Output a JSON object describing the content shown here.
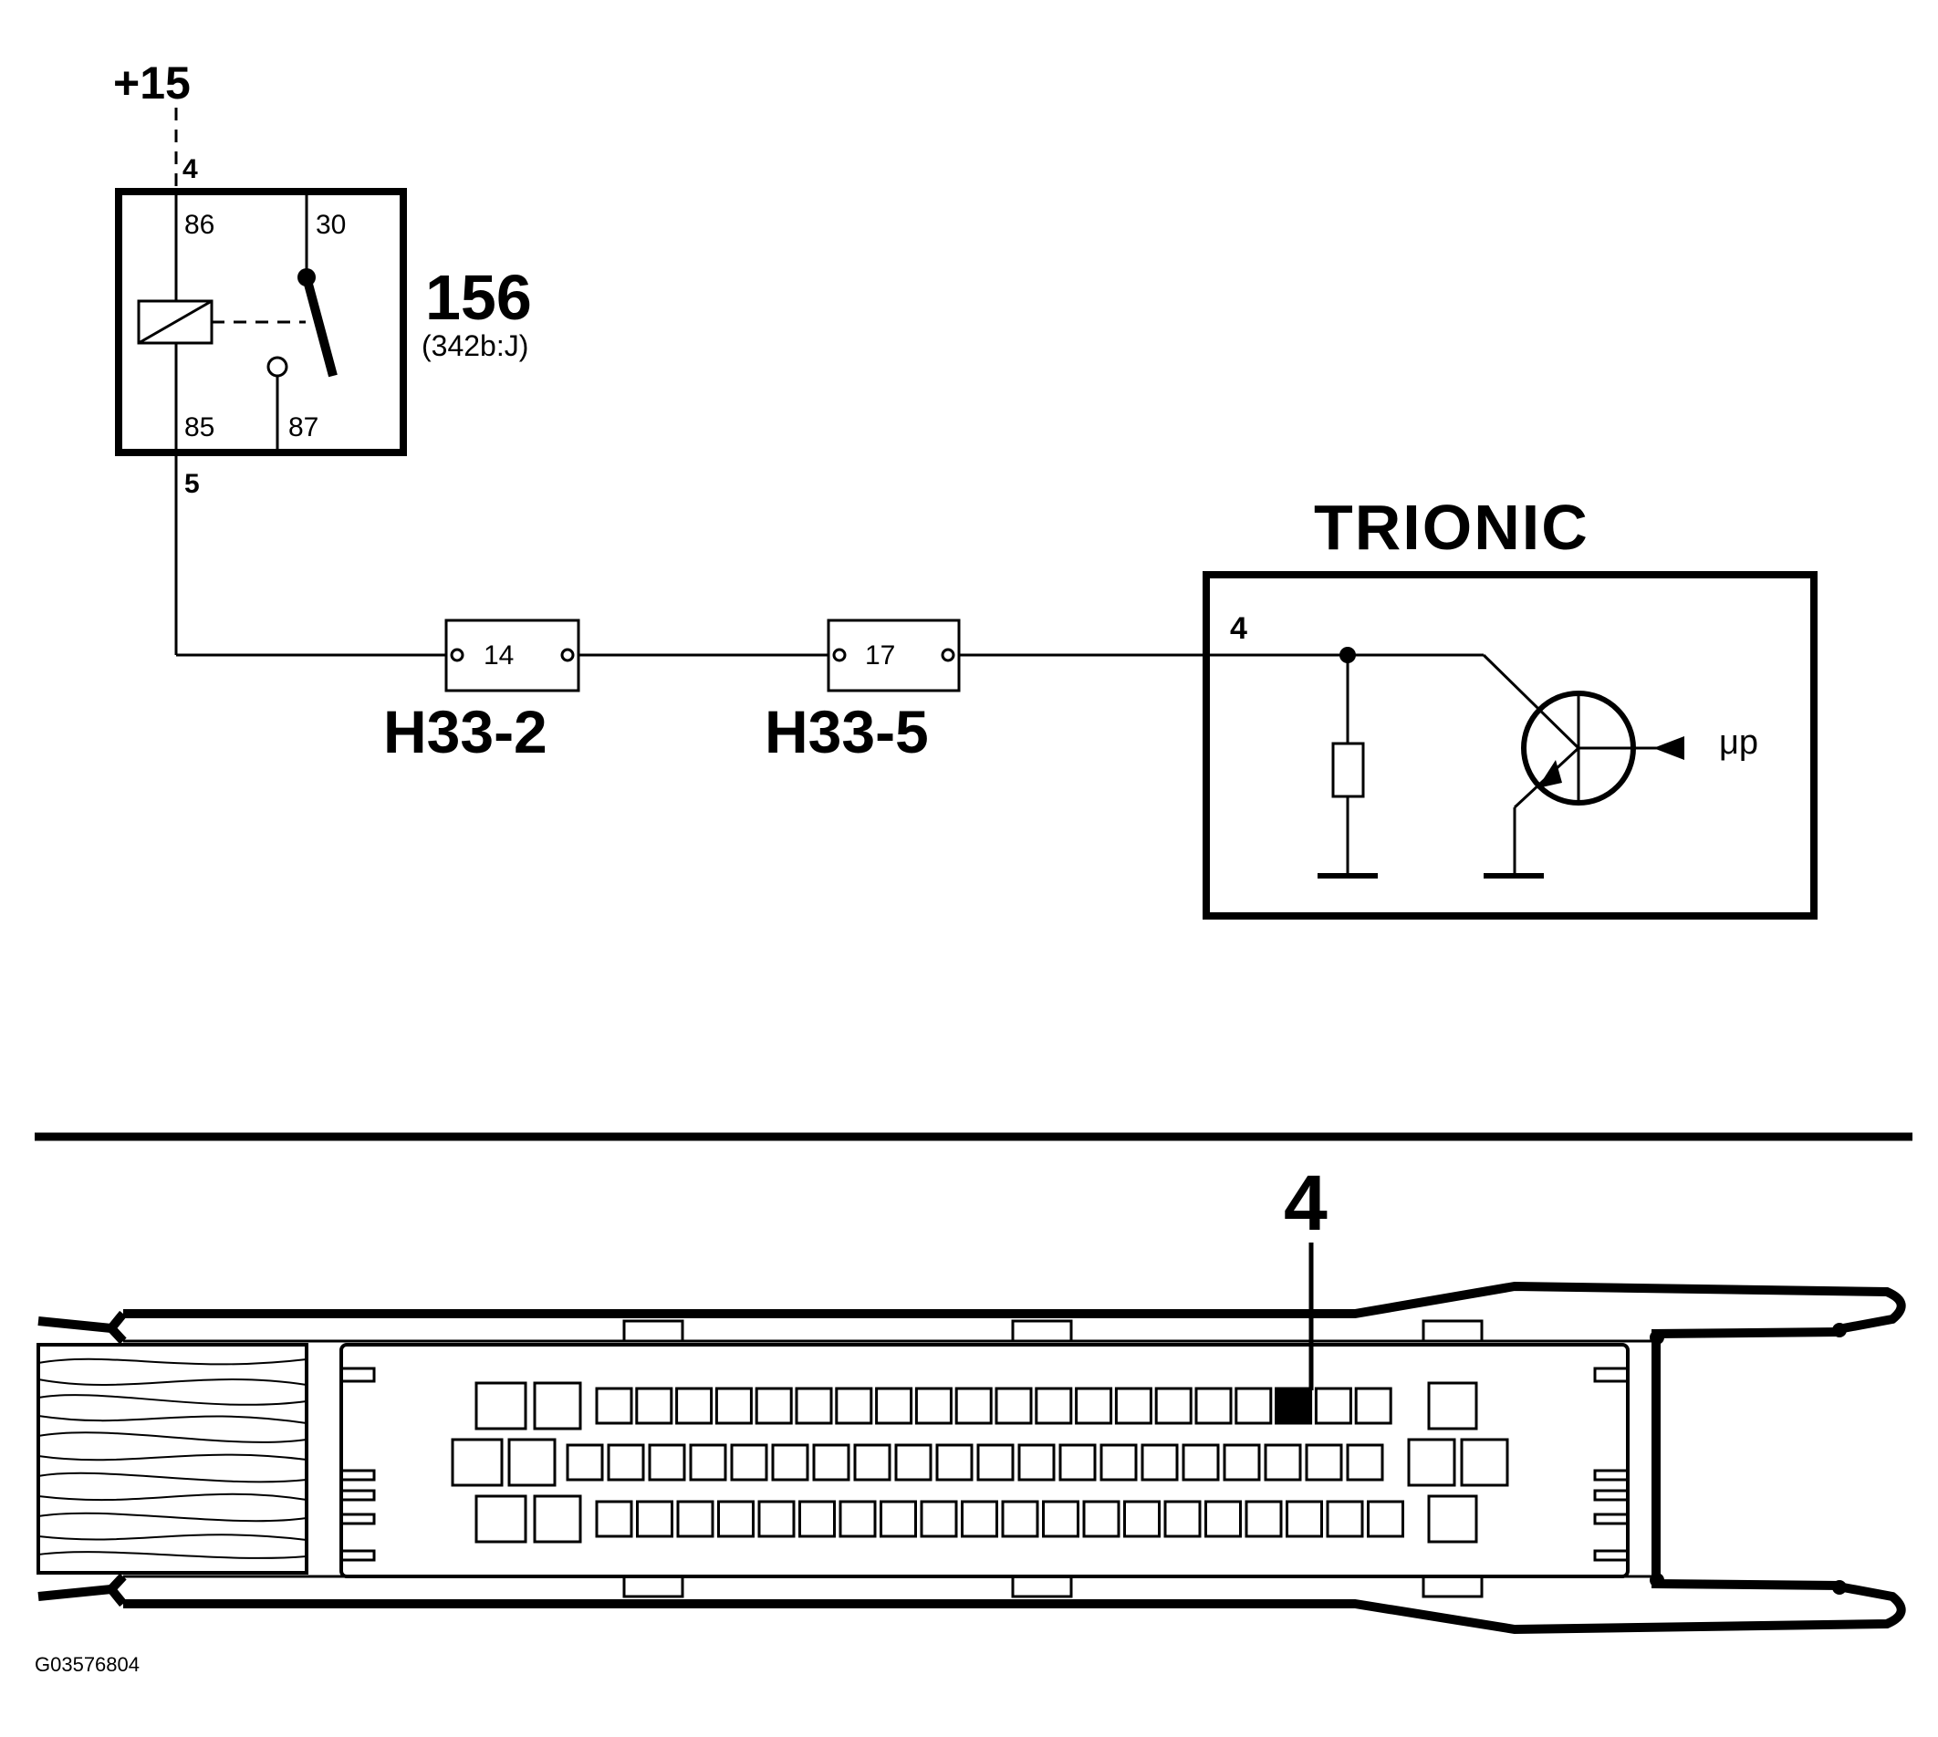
{
  "supply": {
    "label": "+15",
    "pin_in": "4"
  },
  "relay": {
    "id": "156",
    "ref": "(342b:J)",
    "terminals": {
      "t86": "86",
      "t30": "30",
      "t85": "85",
      "t87": "87"
    },
    "pin_out": "5"
  },
  "connectors": [
    {
      "pin": "14",
      "name": "H33-2"
    },
    {
      "pin": "17",
      "name": "H33-5"
    }
  ],
  "ecu": {
    "title": "TRIONIC",
    "pin": "4",
    "up_label": "μp"
  },
  "connector_view": {
    "callout": "4",
    "row_top_count": 20,
    "row_mid_count": 20,
    "row_bot_count": 20,
    "highlighted_pin": {
      "row": "top",
      "index": 17
    }
  },
  "figure_id": "G03576804"
}
